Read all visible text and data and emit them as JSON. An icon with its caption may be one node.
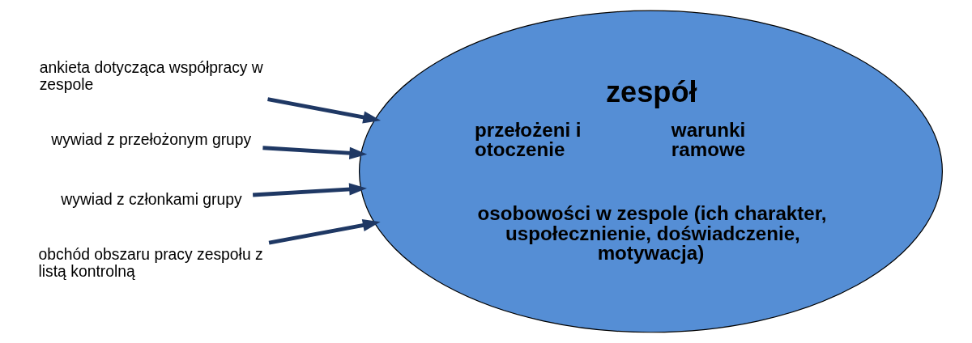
{
  "diagram": {
    "nodes": [
      {
        "text": [
          "ankieta dotycząca współpracy w zespole"
        ]
      },
      {
        "text": [
          "wywiad z przełożonym grupy"
        ]
      },
      {
        "text": [
          "wywiad z członkami grupy"
        ]
      },
      {
        "text": [
          "obchód obszaru pracy zespołu z listą kontrolną"
        ]
      },
      {
        "text": [
          "zespół",
          "przełożeni i otoczenie",
          "warunki ramowe",
          "osobowości w zespole (ich charakter, uspołecznienie, doświadczenie, motywacja)"
        ]
      }
    ],
    "edges": [
      {
        "from": 0,
        "to": 4,
        "arrow": "to"
      },
      {
        "from": 1,
        "to": 4,
        "arrow": "to"
      },
      {
        "from": 2,
        "to": 4,
        "arrow": "to"
      },
      {
        "from": 3,
        "to": 4,
        "arrow": "to"
      }
    ]
  }
}
